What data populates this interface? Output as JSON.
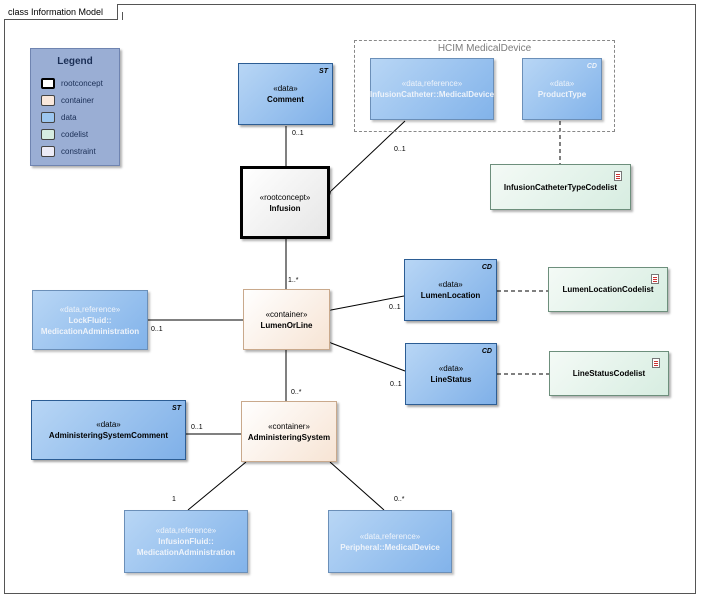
{
  "frame": {
    "title": "class Information Model"
  },
  "legend": {
    "title": "Legend",
    "items": [
      {
        "label": "rootconcept",
        "color": "#ffffff",
        "border": "#000000"
      },
      {
        "label": "container",
        "color": "#f9e8dc",
        "border": "#9c8672"
      },
      {
        "label": "data",
        "color": "#9cc6ef",
        "border": "#3a6ea5"
      },
      {
        "label": "codelist",
        "color": "#d6ede2",
        "border": "#6d8f7c"
      },
      {
        "label": "constraint",
        "color": "#ececf7",
        "border": "#555577"
      }
    ]
  },
  "group": {
    "label": "HCIM MedicalDevice"
  },
  "nodes": {
    "comment": {
      "stereotype": "«data»",
      "name": "Comment",
      "tag": "ST"
    },
    "infusion_catheter": {
      "stereotype": "«data,reference»",
      "name": "InfusionCatheter::MedicalDevice"
    },
    "product_type": {
      "stereotype": "«data»",
      "name": "ProductType",
      "tag": "CD"
    },
    "infusion": {
      "stereotype": "«rootconcept»",
      "name": "Infusion"
    },
    "infusion_catheter_codelist": {
      "name": "InfusionCatheterTypeCodelist"
    },
    "lock_fluid": {
      "stereotype": "«data,reference»",
      "name1": "LockFluid::",
      "name2": "MedicationAdministration"
    },
    "lumen_or_line": {
      "stereotype": "«container»",
      "name": "LumenOrLine"
    },
    "lumen_location": {
      "stereotype": "«data»",
      "name": "LumenLocation",
      "tag": "CD"
    },
    "lumen_location_codelist": {
      "name": "LumenLocationCodelist"
    },
    "line_status": {
      "stereotype": "«data»",
      "name": "LineStatus",
      "tag": "CD"
    },
    "line_status_codelist": {
      "name": "LineStatusCodelist"
    },
    "administering_system_comment": {
      "stereotype": "«data»",
      "name": "AdministeringSystemComment",
      "tag": "ST"
    },
    "administering_system": {
      "stereotype": "«container»",
      "name": "AdministeringSystem"
    },
    "infusion_fluid": {
      "stereotype": "«data,reference»",
      "name1": "InfusionFluid::",
      "name2": "MedicationAdministration"
    },
    "peripheral": {
      "stereotype": "«data,reference»",
      "name": "Peripheral::MedicalDevice"
    }
  },
  "multiplicities": {
    "comment": "0..1",
    "catheter": "0..1",
    "lumen": "1..*",
    "lock_fluid": "0..1",
    "lumen_location": "0..1",
    "line_status": "0..1",
    "administering_system": "0..*",
    "admin_comment": "0..1",
    "infusion_fluid": "1",
    "peripheral": "0..*"
  }
}
